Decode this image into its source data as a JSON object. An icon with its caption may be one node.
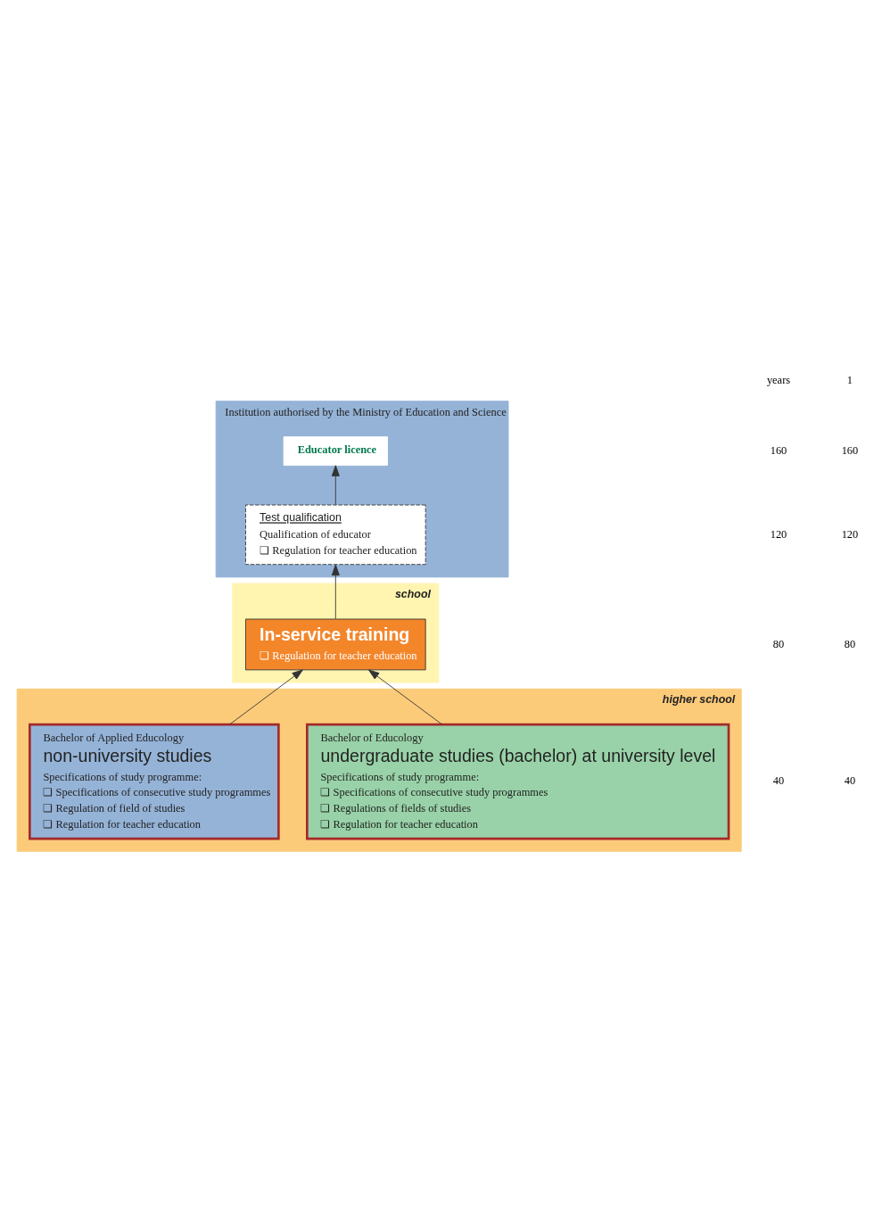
{
  "diagram": {
    "nodes": [
      {
        "text": [
          "Institution authorised by the Ministry of Education and Science"
        ]
      },
      {
        "text": [
          "Educator licence"
        ],
        "in": 0
      },
      {
        "text": [
          "Test qualification",
          "Qualification of educator",
          "❏ Regulation for teacher education"
        ],
        "in": 0
      },
      {
        "text": [
          "school"
        ]
      },
      {
        "text": [
          "In-service training",
          "❏ Regulation for teacher education"
        ],
        "in": 3
      },
      {
        "text": [
          "higher school"
        ]
      },
      {
        "text": [
          "Bachelor of Educology",
          "undergraduate studies (bachelor) at university level",
          "Specifications of study programme:",
          "❏ Specifications of consecutive study programmes",
          "❏ Regulations of fields of studies",
          "❏ Regulation for teacher education"
        ],
        "in": 5
      },
      {
        "text": [
          "Bachelor of Applied Educology",
          "non-university studies",
          "Specifications of study programme:",
          "❏ Specifications of consecutive study programmes",
          "❏ Regulation of field of studies",
          "❏ Regulation for teacher education"
        ],
        "in": 5
      }
    ],
    "edges": [
      {
        "from": 2,
        "to": 1,
        "arrow": "to"
      },
      {
        "from": 4,
        "to": 2,
        "arrow": "to"
      },
      {
        "from": 6,
        "to": 4,
        "arrow": "to"
      },
      {
        "from": 7,
        "to": 4,
        "arrow": "to"
      }
    ],
    "labels": [
      "years",
      "1",
      "160",
      "160",
      "120",
      "120",
      "80",
      "80",
      "40",
      "40"
    ]
  }
}
